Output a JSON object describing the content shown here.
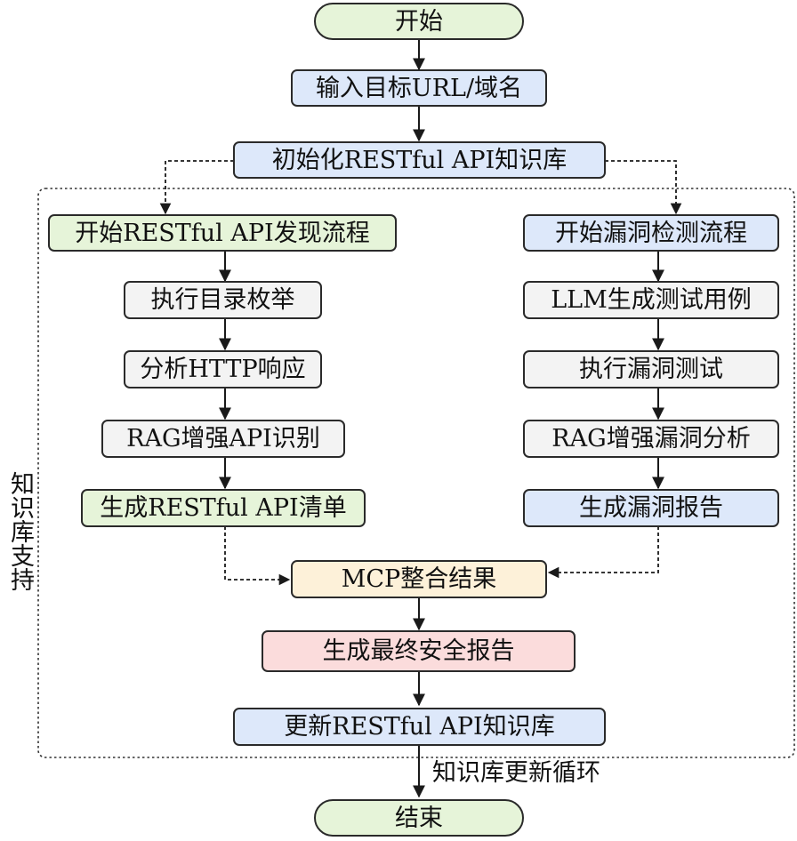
{
  "nodes": {
    "start": "开始",
    "input_target": "输入目标URL/域名",
    "init_kb": "初始化RESTful API知识库",
    "discovery_start": "开始RESTful API发现流程",
    "dir_enum": "执行目录枚举",
    "analyze_http": "分析HTTP响应",
    "rag_api_identify": "RAG增强API识别",
    "gen_api_list": "生成RESTful API清单",
    "vuln_start": "开始漏洞检测流程",
    "llm_testcases": "LLM生成测试用例",
    "exec_vuln_test": "执行漏洞测试",
    "rag_vuln_analysis": "RAG增强漏洞分析",
    "gen_vuln_report": "生成漏洞报告",
    "mcp_merge": "MCP整合结果",
    "final_report": "生成最终安全报告",
    "update_kb": "更新RESTful API知识库",
    "end": "结束"
  },
  "labels": {
    "kb_support": "知识库支持",
    "kb_update_loop": "知识库更新循环"
  },
  "colors": {
    "green": "#e6f4d9",
    "blue": "#dde8fa",
    "gray": "#f3f3f3",
    "cream": "#fdf1d9",
    "pink": "#fbdcdc",
    "border": "#2a2a2a"
  }
}
